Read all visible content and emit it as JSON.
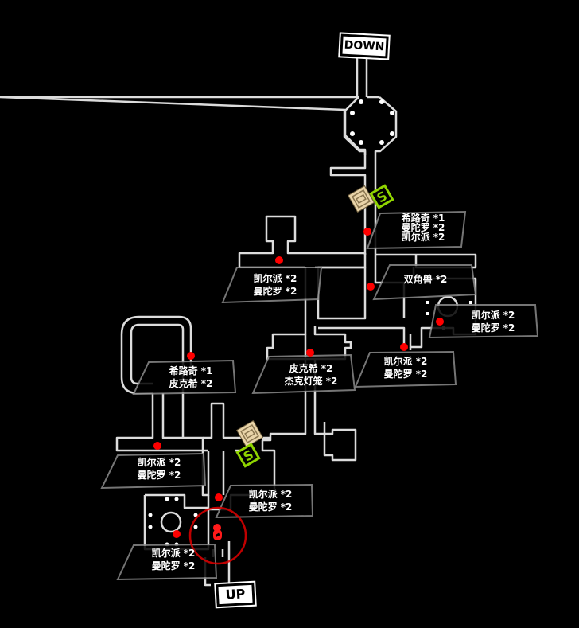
{
  "map": {
    "exits": {
      "down_label": "DOWN",
      "up_label": "UP"
    },
    "icons": {
      "shop_icon": "safe-room-icon",
      "save_icon": "save-point-icon",
      "save_letter": "S",
      "player_marker": "player-position-icon",
      "enemy_marker": "enemy-marker-icon"
    },
    "colors": {
      "background": "#000000",
      "walls": "#dcdcdc",
      "enemy": "#ff0000",
      "save_point": "#8fd400",
      "safe_room": "#e8d3a8",
      "player_ring": "#e00000"
    },
    "encounters": [
      {
        "id": "e1",
        "lines": [
          "希路奇 *1",
          "曼陀罗 *2",
          "凯尔派 *2"
        ]
      },
      {
        "id": "e2",
        "lines": [
          "凯尔派 *2",
          "曼陀罗 *2"
        ]
      },
      {
        "id": "e3",
        "lines": [
          "双角兽 *2"
        ]
      },
      {
        "id": "e4",
        "lines": [
          "凯尔派 *2",
          "曼陀罗 *2"
        ]
      },
      {
        "id": "e5",
        "lines": [
          "希路奇 *1",
          "皮克希 *2"
        ]
      },
      {
        "id": "e6",
        "lines": [
          "皮克希 *2",
          "杰克灯笼 *2"
        ]
      },
      {
        "id": "e7",
        "lines": [
          "凯尔派 *2",
          "曼陀罗 *2"
        ]
      },
      {
        "id": "e8",
        "lines": [
          "凯尔派 *2",
          "曼陀罗 *2"
        ]
      },
      {
        "id": "e9",
        "lines": [
          "凯尔派 *2",
          "曼陀罗 *2"
        ]
      },
      {
        "id": "e10",
        "lines": [
          "凯尔派 *2",
          "曼陀罗 *2"
        ]
      }
    ]
  }
}
